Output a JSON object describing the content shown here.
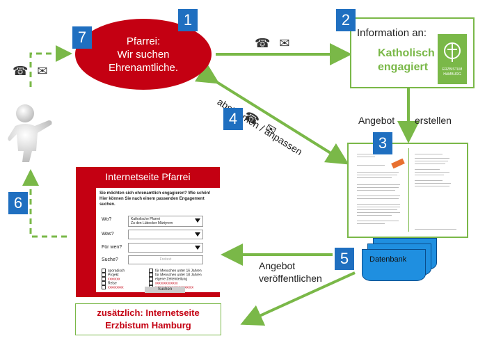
{
  "badges": [
    "1",
    "2",
    "3",
    "4",
    "5",
    "6",
    "7"
  ],
  "pfarrei": {
    "line1": "Pfarrei:",
    "line2": "Wir suchen",
    "line3": "Ehrenamtliche."
  },
  "info": {
    "title": "Information an:",
    "brand_line1": "Katholisch",
    "brand_line2": "engagiert",
    "logo_text": "ERZBISTUM HAMBURG"
  },
  "labels": {
    "abstimmen": "abstimmen / anpassen",
    "angebot_erstellen_1": "Angebot",
    "angebot_erstellen_2": "erstellen",
    "angebot_veroeff_1": "Angebot",
    "angebot_veroeff_2": "veröffentlichen"
  },
  "contact_icons": "☎ ✉",
  "website": {
    "title": "Internetseite Pfarrei",
    "intro": "Sie möchten sich ehrenamtlich engagieren? Wie schön! Hier können Sie nach einem passenden Engagement suchen.",
    "rows": [
      {
        "label": "Wo?",
        "value1": "Katholische Pfarrei",
        "value2": "Zu den Lübecker Märtyrern"
      },
      {
        "label": "Was?",
        "value1": "",
        "value2": ""
      },
      {
        "label": "Für wen?",
        "value1": "",
        "value2": ""
      }
    ],
    "search_label": "Suche?",
    "search_placeholder": "Freitext",
    "checks_left": [
      "sporadisch",
      "Projekt",
      "xxxxxxx",
      "Reise",
      "xxxxxxxxx"
    ],
    "checks_right": [
      "für Menschen unter 16 Jahren",
      "für Menschen unter 18 Jahren",
      "eigene Zeiteinteilung",
      "xxxxxxxxxxxxx",
      "xxxxxxxxxxxxxxxxxxxxxx"
    ],
    "button": "Suchen"
  },
  "extra": {
    "line1": "zusätzlich: Internetseite",
    "line2": "Erzbistum Hamburg"
  },
  "database": {
    "label": "Datenbank"
  },
  "colors": {
    "red": "#c40012",
    "green": "#7ab848",
    "blue": "#1f6fc0"
  }
}
